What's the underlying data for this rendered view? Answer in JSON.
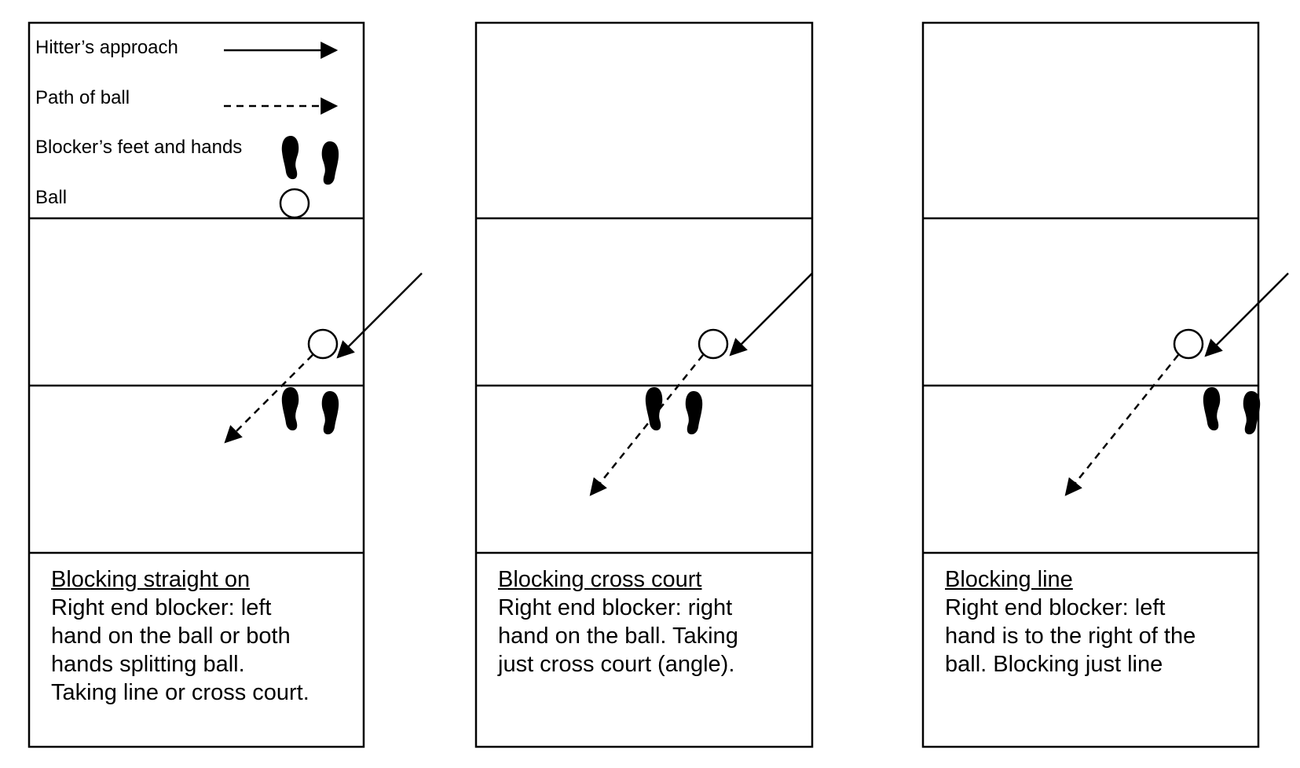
{
  "legend": {
    "hitter_approach_label": "Hitter’s approach",
    "path_of_ball_label": "Path of ball",
    "blocker_label": "Blocker’s feet and hands",
    "ball_label": "Ball"
  },
  "icons": {
    "foot": "foot-icon",
    "ball": "ball-icon",
    "solid_arrow": "solid-arrow-icon",
    "dashed_arrow": "dashed-arrow-icon"
  },
  "panels": [
    {
      "title": "Blocking straight on",
      "lines": [
        "Right end blocker: left",
        "hand on the ball or both",
        "hands splitting ball.",
        "Taking line or cross court."
      ]
    },
    {
      "title": "Blocking cross court",
      "lines": [
        "Right end blocker: right",
        "hand on the ball. Taking",
        "just cross court (angle)."
      ]
    },
    {
      "title": "Blocking line",
      "lines": [
        "Right end blocker: left",
        "hand is to the right of the",
        "ball. Blocking just line"
      ]
    }
  ],
  "colors": {
    "stroke": "#000000",
    "background": "#ffffff"
  }
}
